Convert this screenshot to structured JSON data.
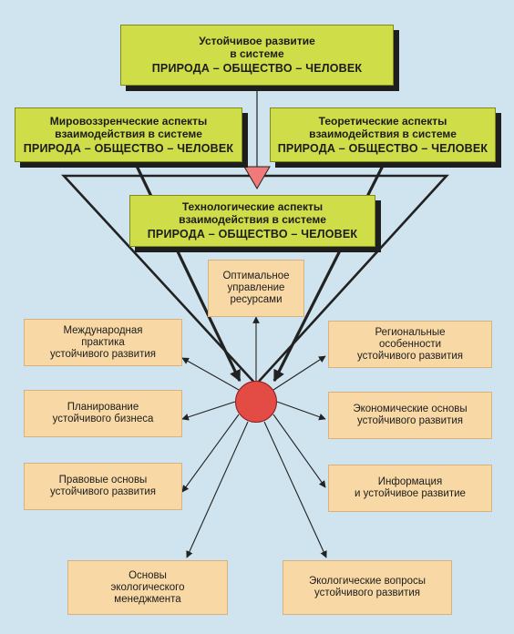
{
  "top_box": {
    "line1": "Устойчивое развитие",
    "line2": "в системе",
    "line3": "ПРИРОДА – ОБЩЕСТВО – ЧЕЛОВЕК"
  },
  "left_box": {
    "line1": "Мировоззренческие аспекты",
    "line2": "взаимодействия в системе",
    "line3": "ПРИРОДА – ОБЩЕСТВО – ЧЕЛОВЕК"
  },
  "right_box": {
    "line1": "Теоретические аспекты",
    "line2": "взаимодействия в системе",
    "line3": "ПРИРОДА – ОБЩЕСТВО – ЧЕЛОВЕК"
  },
  "center_box": {
    "line1": "Технологические аспекты",
    "line2": "взаимодействия в системе",
    "line3": "ПРИРОДА – ОБЩЕСТВО – ЧЕЛОВЕК"
  },
  "topics": {
    "resources": [
      "Оптимальное",
      "управление",
      "ресурсами"
    ],
    "international": [
      "Международная",
      "практика",
      "устойчивого развития"
    ],
    "regional": [
      "Региональные",
      "особенности",
      "устойчивого развития"
    ],
    "business": [
      "Планирование",
      "устойчивого бизнеса"
    ],
    "economic": [
      "Экономические основы",
      "устойчивого развития"
    ],
    "legal": [
      "Правовые основы",
      "устойчивого развития"
    ],
    "information": [
      "Информация",
      "и устойчивое развитие"
    ],
    "ecomanagement": [
      "Основы",
      "экологического",
      "менеджмента"
    ],
    "ecoissues": [
      "Экологические вопросы",
      "устойчивого развития"
    ]
  },
  "colors": {
    "background": "#cfe4ee",
    "green_box": "#cfdd48",
    "peach_box": "#f8d9a6",
    "hub": "#e34b45",
    "funnel_triangle": "#f07a7a"
  }
}
